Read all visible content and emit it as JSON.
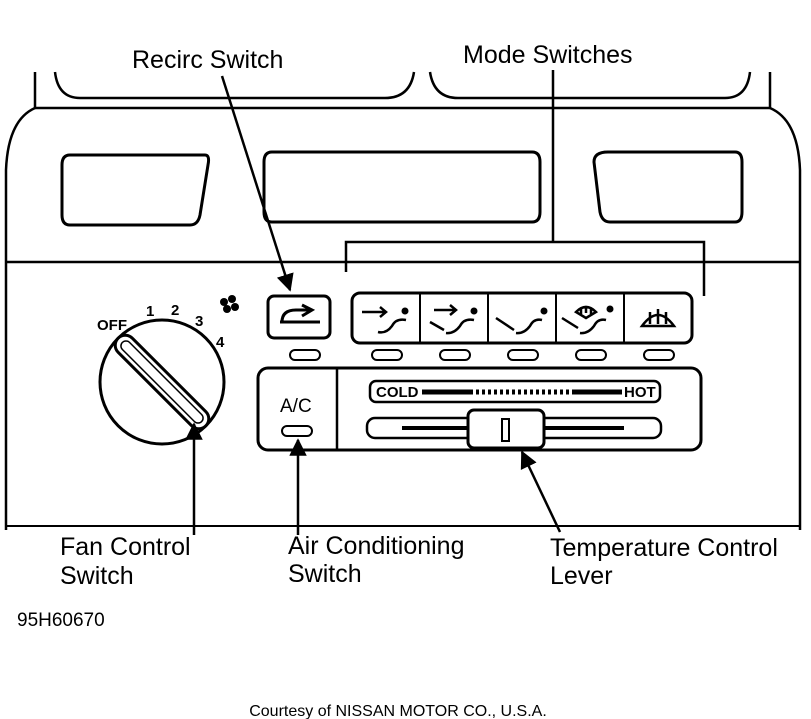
{
  "callouts": {
    "recirc_switch": "Recirc Switch",
    "mode_switches": "Mode Switches",
    "fan_control_line1": "Fan Control",
    "fan_control_line2": "Switch",
    "air_conditioning_line1": "Air Conditioning",
    "air_conditioning_line2": "Switch",
    "temperature_control_line1": "Temperature Control",
    "temperature_control_line2": "Lever"
  },
  "panel": {
    "fan_off": "OFF",
    "fan_speeds": [
      "1",
      "2",
      "3",
      "4"
    ],
    "ac_label": "A/C",
    "temp_cold": "COLD",
    "temp_hot": "HOT"
  },
  "figure_code": "95H60670",
  "credit": "Courtesy of NISSAN MOTOR CO., U.S.A."
}
